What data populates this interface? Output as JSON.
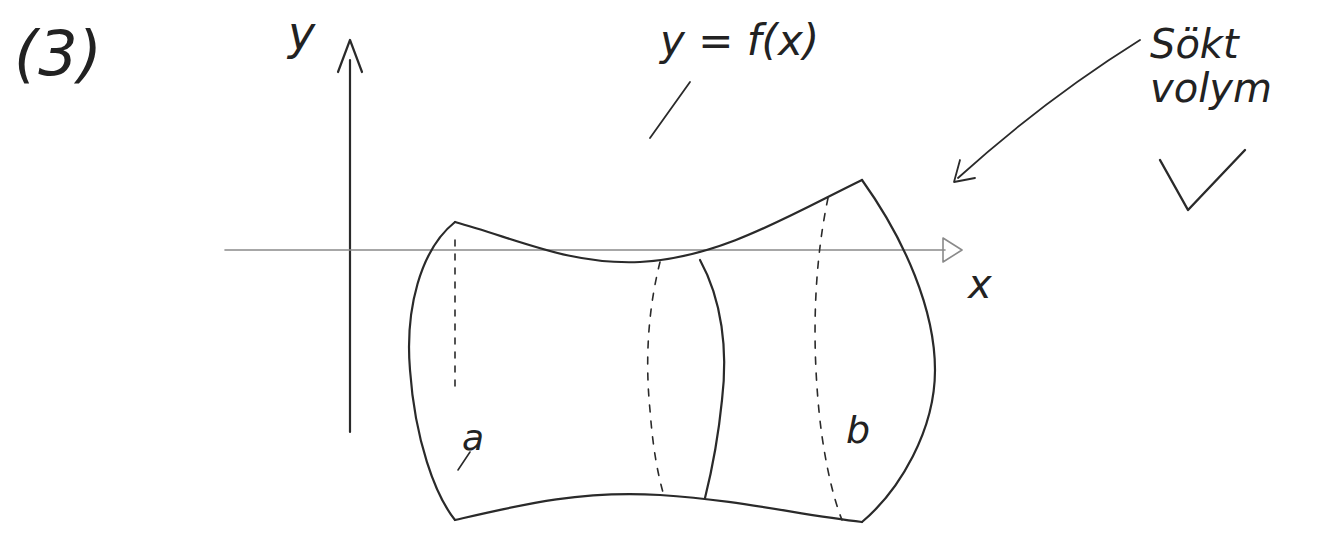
{
  "diagram": {
    "labels": [
      "(3)",
      "y",
      "y = f(x)",
      "Sökt volym",
      "x",
      "a",
      "b"
    ]
  }
}
